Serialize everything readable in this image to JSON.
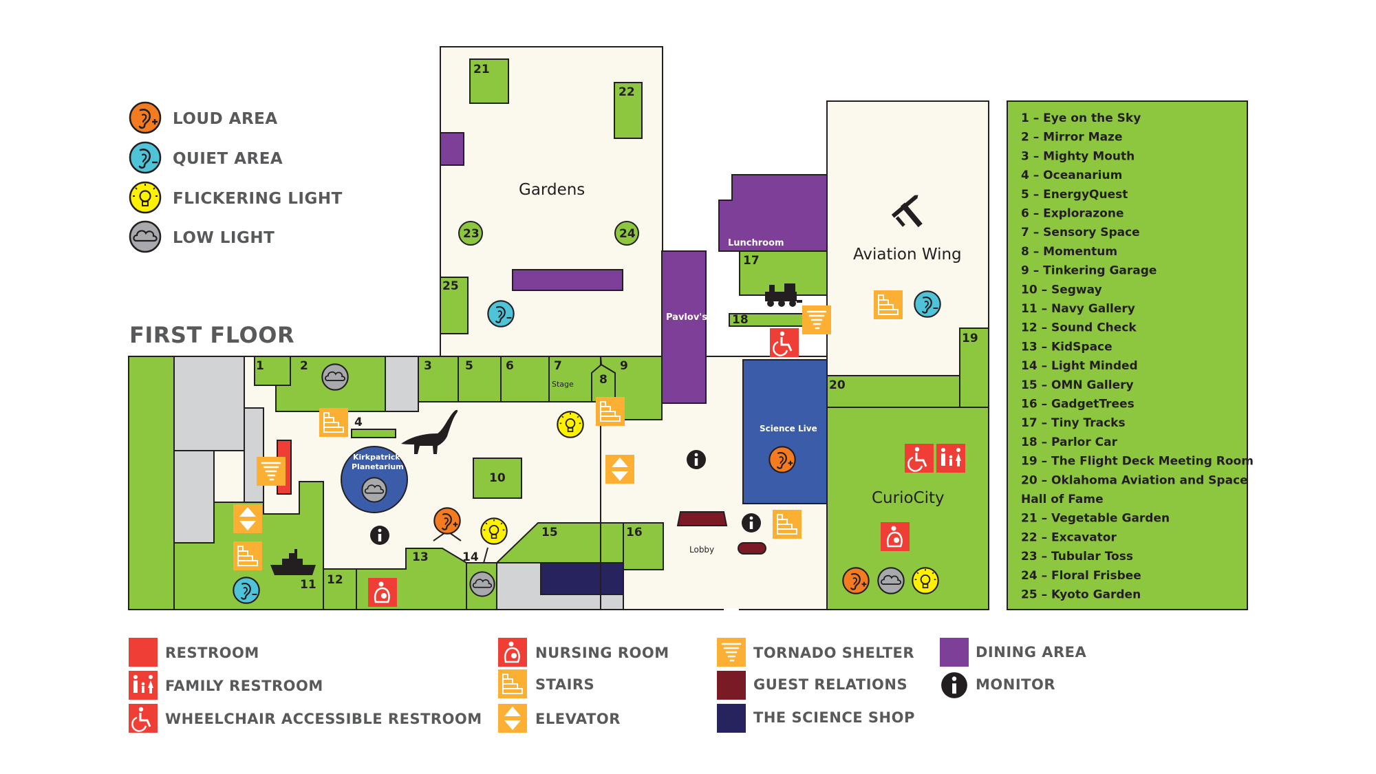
{
  "floor_title": "FIRST FLOOR",
  "sensory_legend": [
    {
      "id": "loud",
      "label": "LOUD AREA",
      "color": "#f47b20",
      "icon": "ear-plus-icon"
    },
    {
      "id": "quiet",
      "label": "QUIET AREA",
      "color": "#4fc3d8",
      "icon": "ear-minus-icon"
    },
    {
      "id": "flicker",
      "label": "FLICKERING LIGHT",
      "color": "#fff200",
      "icon": "lightbulb-icon"
    },
    {
      "id": "low",
      "label": "LOW LIGHT",
      "color": "#a7a9ac",
      "icon": "cloud-icon"
    }
  ],
  "areas": {
    "gardens": "Gardens",
    "aviation_wing": "Aviation Wing",
    "curiocity": "CurioCity",
    "lunchroom": "Lunchroom",
    "pavlovs": "Pavlov's",
    "science_live": "Science Live",
    "planetarium_1": "Kirkpatrick",
    "planetarium_2": "Planetarium",
    "stage": "Stage",
    "lobby": "Lobby"
  },
  "exhibit_numbers": [
    "1",
    "2",
    "3",
    "4",
    "5",
    "6",
    "7",
    "8",
    "9",
    "10",
    "11",
    "12",
    "13",
    "14",
    "15",
    "16",
    "17",
    "18",
    "19",
    "20",
    "21",
    "22",
    "23",
    "24",
    "25"
  ],
  "exhibit_key": [
    "1 – Eye on the Sky",
    "2 – Mirror Maze",
    "3 – Mighty Mouth",
    "4 – Oceanarium",
    "5 – EnergyQuest",
    "6 – Explorazone",
    "7 – Sensory Space",
    "8 – Momentum",
    "9 – Tinkering Garage",
    "10 – Segway",
    "11 – Navy Gallery",
    "12 – Sound Check",
    "13 – KidSpace",
    "14 – Light Minded",
    "15 – OMN Gallery",
    "16 – GadgetTrees",
    "17 – Tiny Tracks",
    "18 – Parlor Car",
    "19 – The Flight Deck Meeting Room",
    "20 – Oklahoma Aviation and Space",
    "Hall of Fame",
    "21 – Vegetable Garden",
    "22 – Excavator",
    "23 – Tubular Toss",
    "24 – Floral Frisbee",
    "25 – Kyoto Garden"
  ],
  "facility_legend": [
    {
      "id": "restroom",
      "label": "RESTROOM",
      "color": "#ef3e36",
      "icon": "restroom-square-icon"
    },
    {
      "id": "family",
      "label": "FAMILY RESTROOM",
      "color": "#ef3e36",
      "icon": "family-restroom-icon"
    },
    {
      "id": "wheelchair",
      "label": "WHEELCHAIR ACCESSIBLE RESTROOM",
      "color": "#ef3e36",
      "icon": "wheelchair-icon"
    },
    {
      "id": "nursing",
      "label": "NURSING ROOM",
      "color": "#ef3e36",
      "icon": "nursing-room-icon"
    },
    {
      "id": "stairs",
      "label": "STAIRS",
      "color": "#fbb034",
      "icon": "stairs-icon"
    },
    {
      "id": "elevator",
      "label": "ELEVATOR",
      "color": "#fbb034",
      "icon": "elevator-icon"
    },
    {
      "id": "tornado",
      "label": "TORNADO SHELTER",
      "color": "#fbb034",
      "icon": "tornado-icon"
    },
    {
      "id": "guest",
      "label": "GUEST RELATIONS",
      "color": "#7a1a25",
      "icon": "guest-relations-icon"
    },
    {
      "id": "shop",
      "label": "THE SCIENCE SHOP",
      "color": "#27235e",
      "icon": "science-shop-icon"
    },
    {
      "id": "dining",
      "label": "DINING AREA",
      "color": "#7d3f98",
      "icon": "dining-area-icon"
    },
    {
      "id": "monitor",
      "label": "MONITOR",
      "color": "#231f20",
      "icon": "info-icon"
    }
  ],
  "colors": {
    "exhibit_green": "#8dc63f",
    "floor_cream": "#fbf9ee",
    "wall_gray": "#d1d3d4",
    "dining_purple": "#7d3f98",
    "science_live_blue": "#3b5ca8",
    "shop_navy": "#27235e"
  }
}
